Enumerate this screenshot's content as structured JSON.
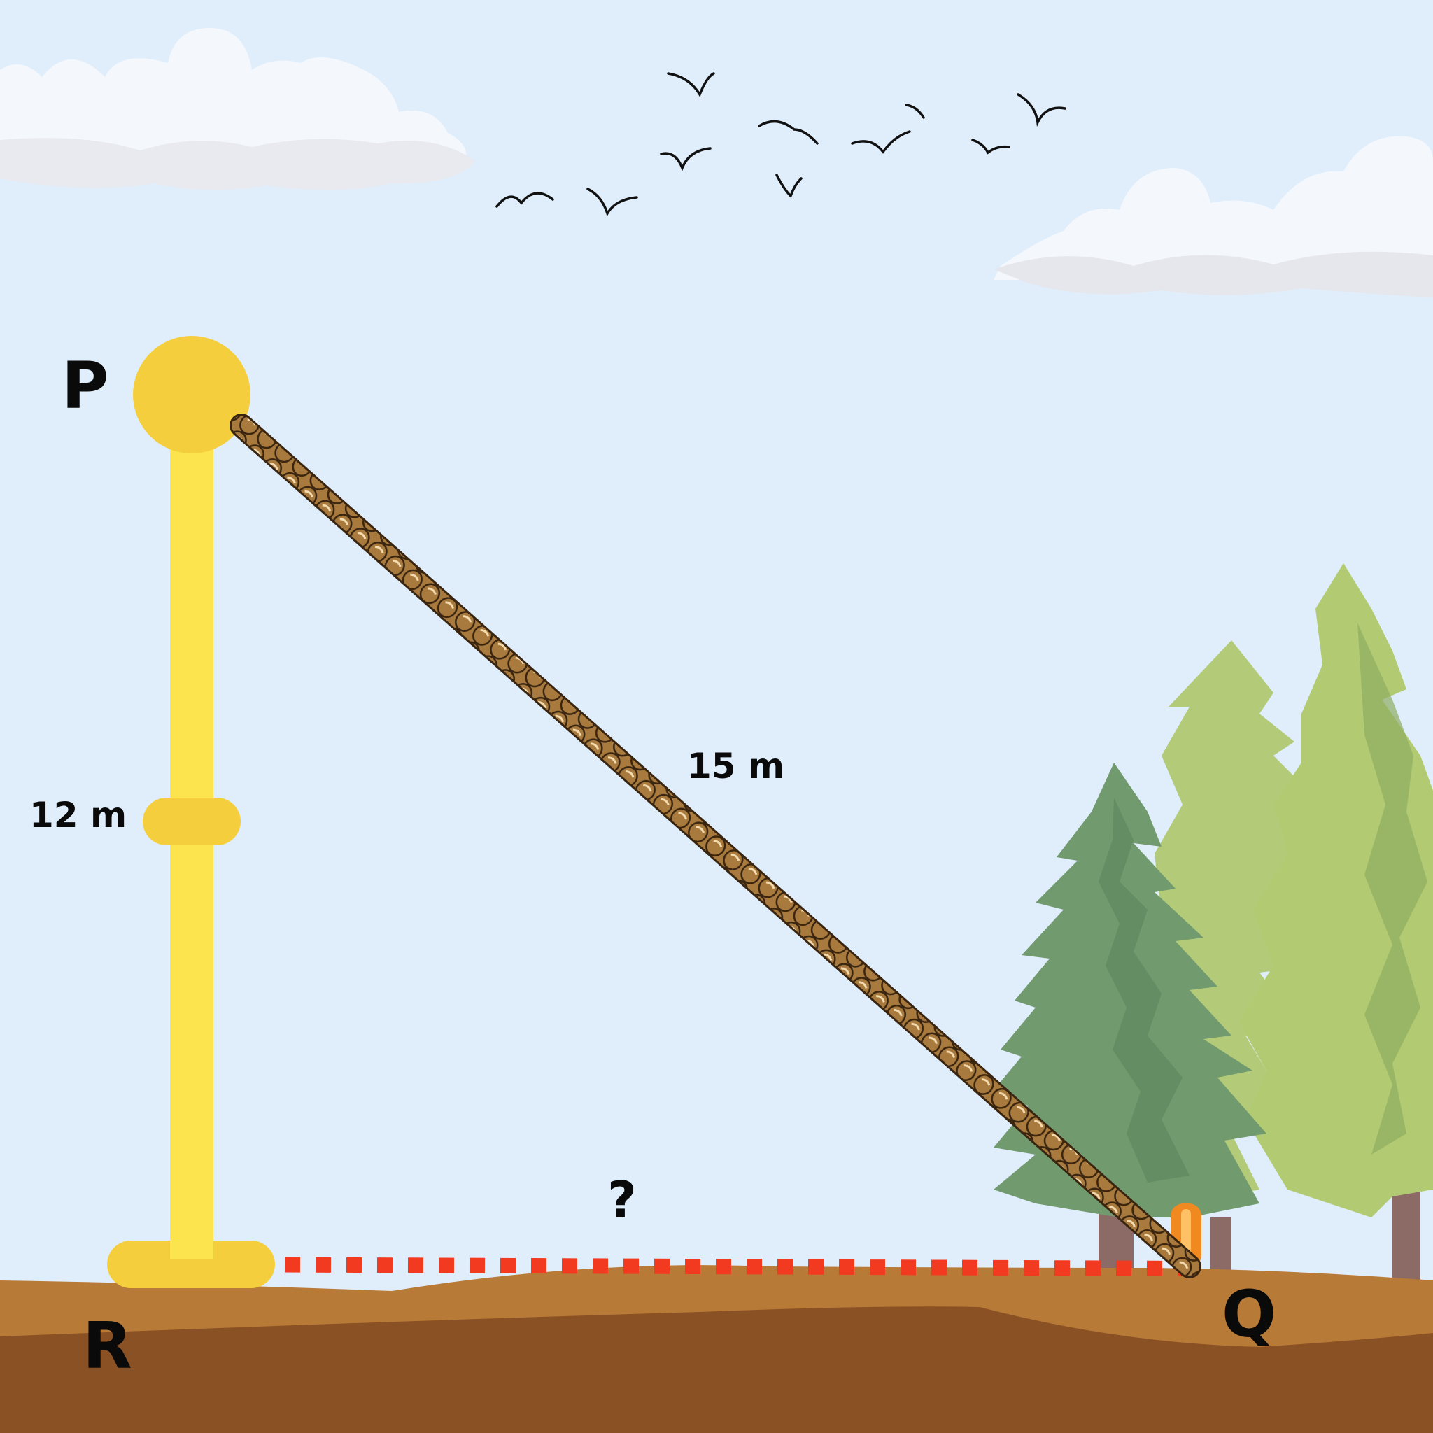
{
  "labels": {
    "top_point": "P",
    "bottom_left_point": "R",
    "bottom_right_point": "Q",
    "pole_height": "12 m",
    "rope_length": "15 m",
    "unknown_distance": "?"
  },
  "colors": {
    "sky": "#e0eefc",
    "pole": "#fbe44e",
    "pole_accent": "#f5ce3d",
    "rope": "#a87a3e",
    "rope_outline": "#3a2510",
    "dotted_line": "#f23a20",
    "ground_light": "#b87a37",
    "ground_dark": "#8a5125",
    "tree_dark": "#729a6f",
    "tree_light": "#b4cc74",
    "stake": "#f08a20"
  }
}
